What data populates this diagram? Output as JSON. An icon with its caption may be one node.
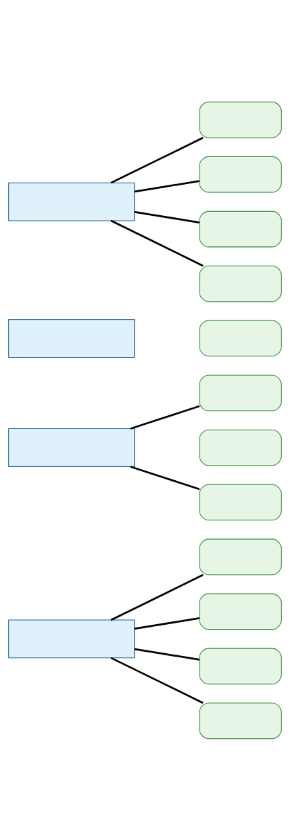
{
  "diagram": {
    "nodes": [
      {
        "text": [],
        "shape": "box"
      },
      {
        "text": [],
        "shape": "box"
      },
      {
        "text": [],
        "shape": "box"
      },
      {
        "text": [],
        "shape": "box"
      },
      {
        "text": [],
        "shape": "box"
      },
      {
        "text": [],
        "shape": "box"
      },
      {
        "text": [],
        "shape": "box"
      },
      {
        "text": [],
        "shape": "box"
      },
      {
        "text": [],
        "shape": "box"
      },
      {
        "text": [],
        "shape": "box"
      },
      {
        "text": [],
        "shape": "box"
      },
      {
        "text": [],
        "shape": "box"
      },
      {
        "text": [],
        "shape": "box"
      },
      {
        "text": [],
        "shape": "box"
      },
      {
        "text": [],
        "shape": "box"
      },
      {
        "text": [],
        "shape": "box"
      }
    ],
    "edges": [
      {
        "from": 0,
        "to": 1,
        "arrow": "none"
      },
      {
        "from": 0,
        "to": 2,
        "arrow": "none"
      },
      {
        "from": 0,
        "to": 3,
        "arrow": "none"
      },
      {
        "from": 0,
        "to": 4,
        "arrow": "none"
      },
      {
        "from": 5,
        "to": 6,
        "arrow": "none"
      },
      {
        "from": 5,
        "to": 8,
        "arrow": "none"
      },
      {
        "from": 11,
        "to": 12,
        "arrow": "none"
      },
      {
        "from": 11,
        "to": 13,
        "arrow": "none"
      },
      {
        "from": 11,
        "to": 14,
        "arrow": "none"
      },
      {
        "from": 11,
        "to": 15,
        "arrow": "none"
      }
    ]
  }
}
